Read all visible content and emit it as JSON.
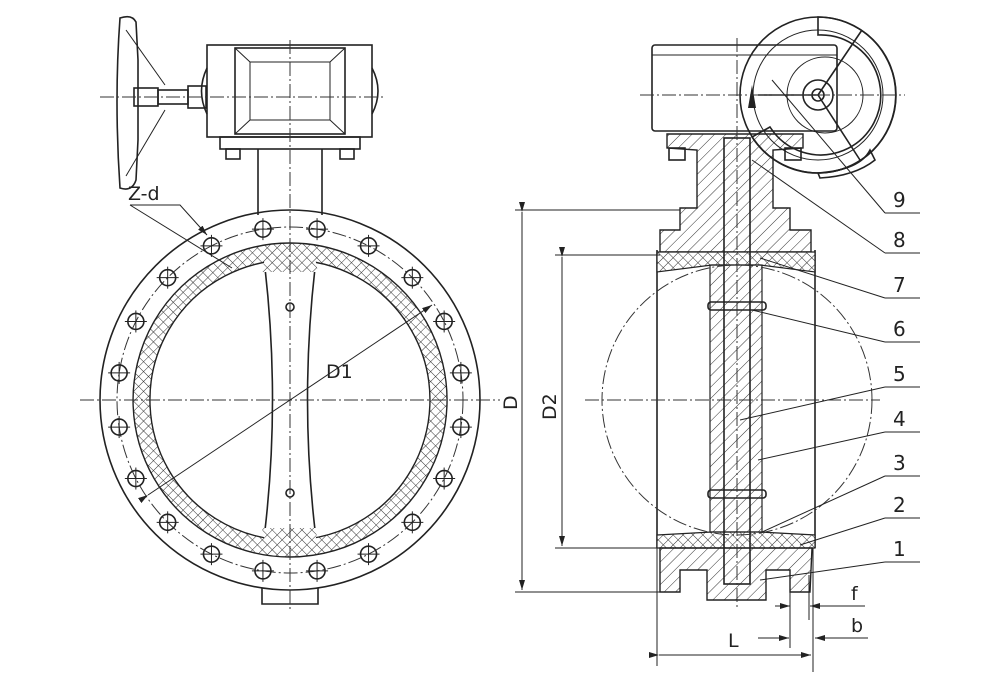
{
  "drawing": {
    "title": "Flanged butterfly valve with gear operator",
    "left_view": {
      "bolt_label": "Z-d",
      "seat_diameter_label": "D1"
    },
    "right_view": {
      "outer_diameter_label": "D",
      "seat_diameter_label": "D2",
      "length_label": "L",
      "flange_raise_label": "f",
      "flange_thickness_label": "b"
    },
    "part_numbers": [
      "9",
      "8",
      "7",
      "6",
      "5",
      "4",
      "3",
      "2",
      "1"
    ],
    "bolt_hole_count": 20
  }
}
